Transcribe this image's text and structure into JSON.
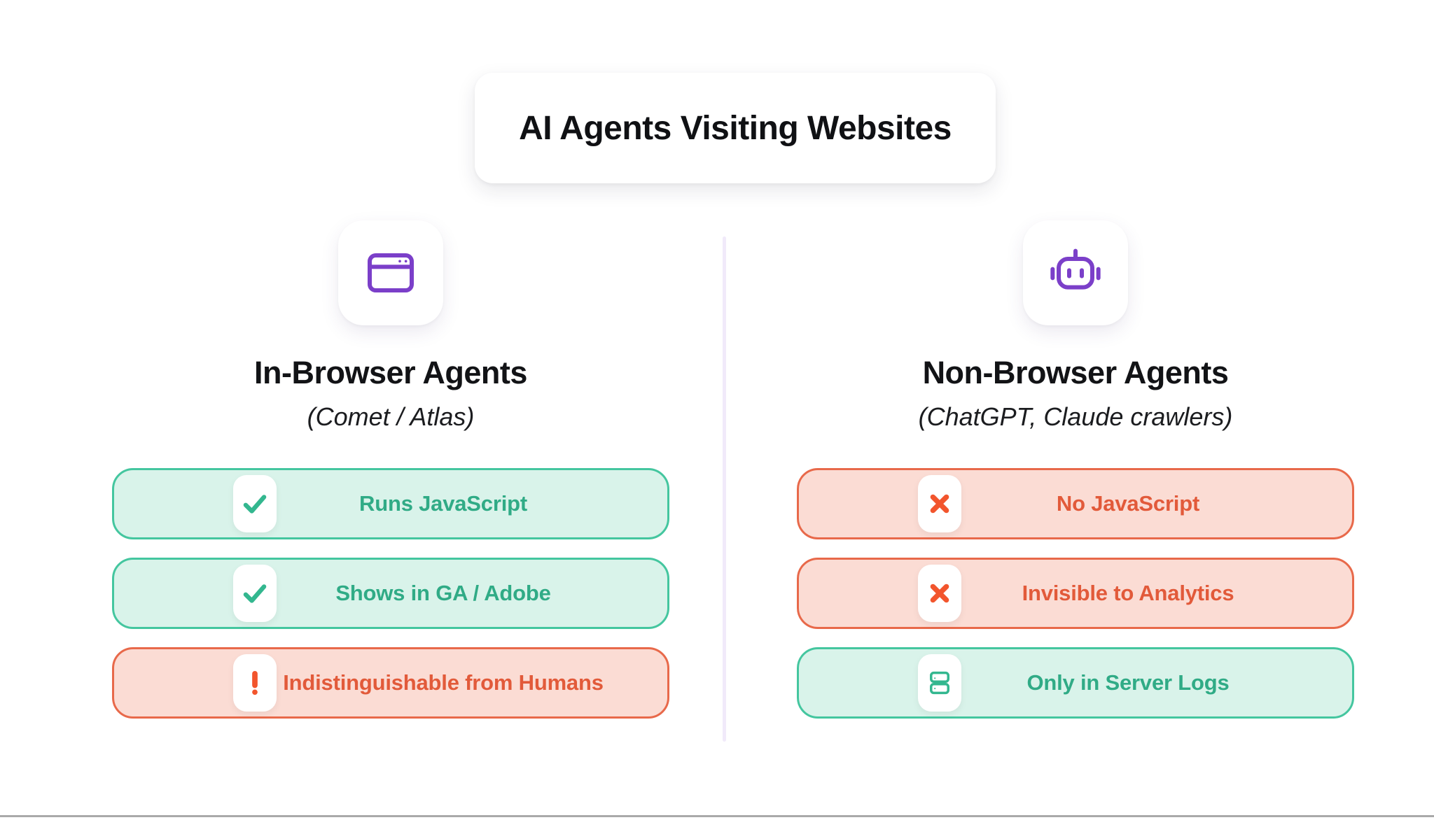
{
  "title": "AI Agents Visiting Websites",
  "columns": [
    {
      "id": "in-browser",
      "icon": "browser-window-icon",
      "heading": "In-Browser Agents",
      "subtitle": "(Comet / Atlas)",
      "pills": [
        {
          "icon": "check-icon",
          "label": "Runs JavaScript",
          "tone": "positive"
        },
        {
          "icon": "check-icon",
          "label": "Shows in GA / Adobe",
          "tone": "positive"
        },
        {
          "icon": "exclamation-icon",
          "label": "Indistinguishable from Humans",
          "tone": "negative"
        }
      ]
    },
    {
      "id": "non-browser",
      "icon": "robot-icon",
      "heading": "Non-Browser Agents",
      "subtitle": "(ChatGPT, Claude crawlers)",
      "pills": [
        {
          "icon": "cross-icon",
          "label": "No JavaScript",
          "tone": "negative"
        },
        {
          "icon": "cross-icon",
          "label": "Invisible to Analytics",
          "tone": "negative"
        },
        {
          "icon": "server-icon",
          "label": "Only in Server Logs",
          "tone": "positive"
        }
      ]
    }
  ],
  "colors": {
    "accent_purple": "#7b3fc9",
    "positive_border": "#44c69f",
    "positive_bg": "#d9f3ea",
    "positive_text": "#30ab86",
    "negative_border": "#e8694a",
    "negative_bg": "#fbdcd4",
    "negative_text": "#e25a3a",
    "icon_orange": "#f2552d",
    "divider": "#f1eafa",
    "bottom_rule": "#a9a9a9"
  }
}
